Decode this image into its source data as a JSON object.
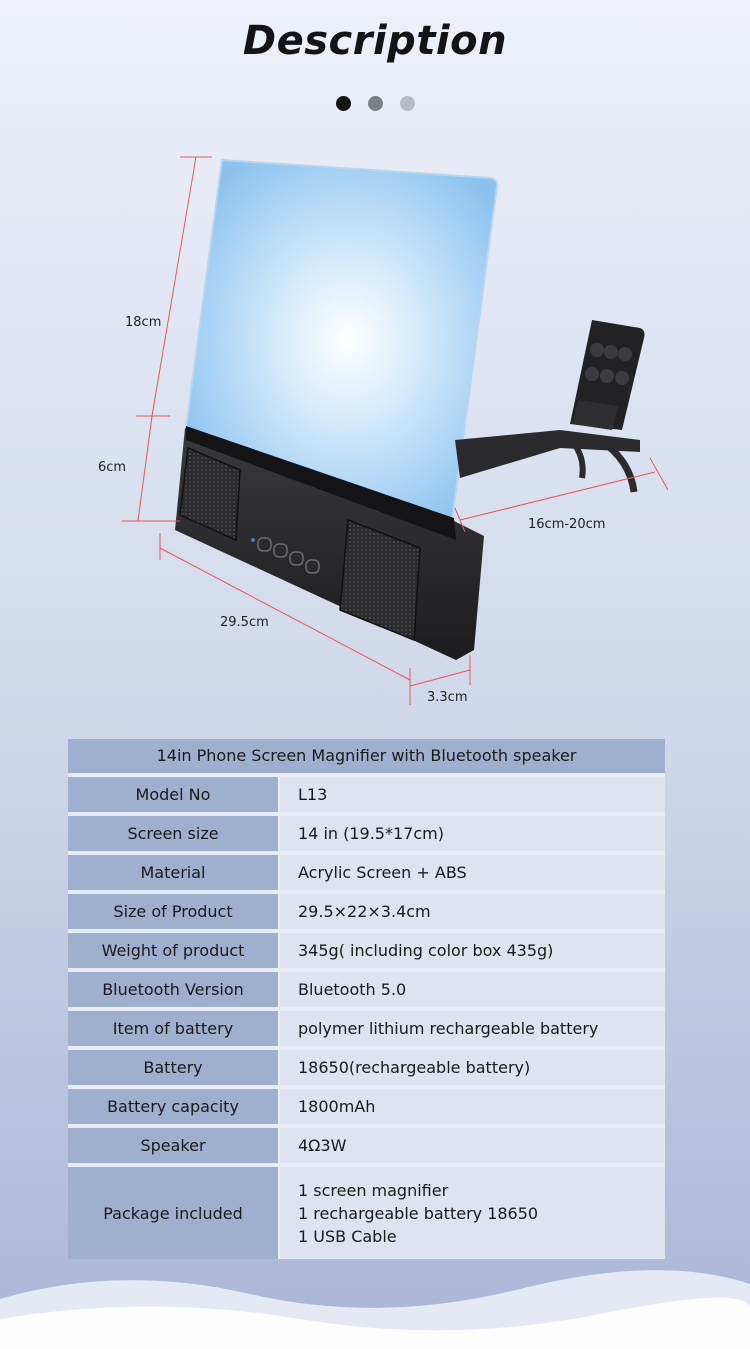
{
  "header": {
    "title": "Description",
    "dots": [
      {
        "color": "#141414"
      },
      {
        "color": "#7c7f86"
      },
      {
        "color": "#b8bcc6"
      }
    ]
  },
  "dimensions": {
    "height_screen": "18cm",
    "height_base": "6cm",
    "width": "29.5cm",
    "depth": "3.3cm",
    "holder": "16cm-20cm"
  },
  "specs": {
    "title": "14in Phone Screen Magnifier with Bluetooth speaker",
    "rows": [
      {
        "label": "Model No",
        "value": "L13"
      },
      {
        "label": "Screen size",
        "value": "14 in (19.5*17cm)"
      },
      {
        "label": "Material",
        "value": "Acrylic Screen + ABS"
      },
      {
        "label": "Size of Product",
        "value": "29.5×22×3.4cm"
      },
      {
        "label": "Weight of product",
        "value": "345g( including color box 435g)"
      },
      {
        "label": "Bluetooth Version",
        "value": "Bluetooth 5.0"
      },
      {
        "label": "Item of battery",
        "value": "polymer lithium rechargeable battery"
      },
      {
        "label": "Battery",
        "value": "18650(rechargeable battery)"
      },
      {
        "label": "Battery capacity",
        "value": "1800mAh"
      },
      {
        "label": "Speaker",
        "value": "4Ω3W"
      }
    ],
    "package": {
      "label": "Package included",
      "lines": [
        "1 screen magnifier",
        "1 rechargeable battery 18650",
        "1 USB Cable"
      ]
    }
  }
}
